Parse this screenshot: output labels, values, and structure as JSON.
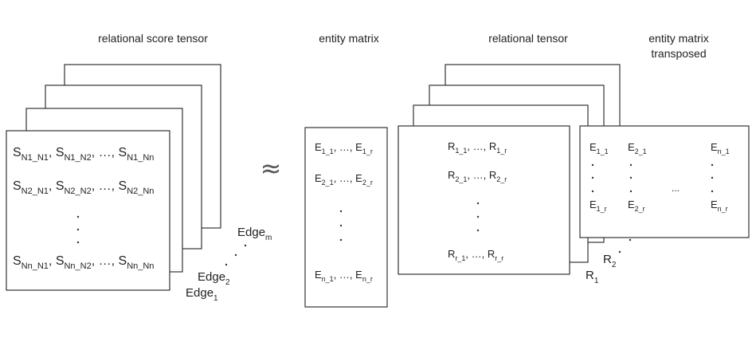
{
  "labels": {
    "score_tensor": "relational score tensor",
    "entity_matrix": "entity matrix",
    "relational_tensor": "relational tensor",
    "entity_matrix_transposed_line1": "entity matrix",
    "entity_matrix_transposed_line2": "transposed"
  },
  "approx_symbol": "≈",
  "score_tensor": {
    "rows": [
      [
        {
          "base": "S",
          "sub": "N1_N1"
        },
        {
          "sep": ", "
        },
        {
          "base": "S",
          "sub": "N1_N2"
        },
        {
          "sep": ", …, "
        },
        {
          "base": "S",
          "sub": "N1_Nn"
        }
      ],
      [
        {
          "base": "S",
          "sub": "N2_N1"
        },
        {
          "sep": ", "
        },
        {
          "base": "S",
          "sub": "N2_N2"
        },
        {
          "sep": ", …, "
        },
        {
          "base": "S",
          "sub": "N2_Nn"
        }
      ],
      [
        {
          "base": "S",
          "sub": "Nn_N1"
        },
        {
          "sep": ", "
        },
        {
          "base": "S",
          "sub": "Nn_N2"
        },
        {
          "sep": ", …, "
        },
        {
          "base": "S",
          "sub": "Nn_Nn"
        }
      ]
    ],
    "edge_labels": [
      {
        "base": "Edge",
        "sub": "1"
      },
      {
        "base": "Edge",
        "sub": "2"
      },
      {
        "base": "Edge",
        "sub": "m"
      }
    ]
  },
  "entity_matrix": {
    "rows": [
      [
        {
          "base": "E",
          "sub": "1_1"
        },
        {
          "sep": ", …, "
        },
        {
          "base": "E",
          "sub": "1_r"
        }
      ],
      [
        {
          "base": "E",
          "sub": "2_1"
        },
        {
          "sep": ", …, "
        },
        {
          "base": "E",
          "sub": "2_r"
        }
      ],
      [
        {
          "base": "E",
          "sub": "n_1"
        },
        {
          "sep": ", …, "
        },
        {
          "base": "E",
          "sub": "n_r"
        }
      ]
    ]
  },
  "relational_tensor": {
    "rows": [
      [
        {
          "base": "R",
          "sub": "1_1"
        },
        {
          "sep": ", …, "
        },
        {
          "base": "R",
          "sub": "1_r"
        }
      ],
      [
        {
          "base": "R",
          "sub": "2_1"
        },
        {
          "sep": ", …, "
        },
        {
          "base": "R",
          "sub": "2_r"
        }
      ],
      [
        {
          "base": "R",
          "sub": "r_1"
        },
        {
          "sep": ", …, "
        },
        {
          "base": "R",
          "sub": "r_r"
        }
      ]
    ],
    "slice_labels": [
      {
        "base": "R",
        "sub": "1"
      },
      {
        "base": "R",
        "sub": "2"
      }
    ]
  },
  "entity_transposed": {
    "col1_top": {
      "base": "E",
      "sub": "1_1"
    },
    "col1_bottom": {
      "base": "E",
      "sub": "1_r"
    },
    "col2_top": {
      "base": "E",
      "sub": "2_1"
    },
    "col2_bottom": {
      "base": "E",
      "sub": "2_r"
    },
    "col3_top": {
      "base": "E",
      "sub": "n_1"
    },
    "col3_bottom": {
      "base": "E",
      "sub": "n_r"
    },
    "middle_ellipsis": "..."
  }
}
